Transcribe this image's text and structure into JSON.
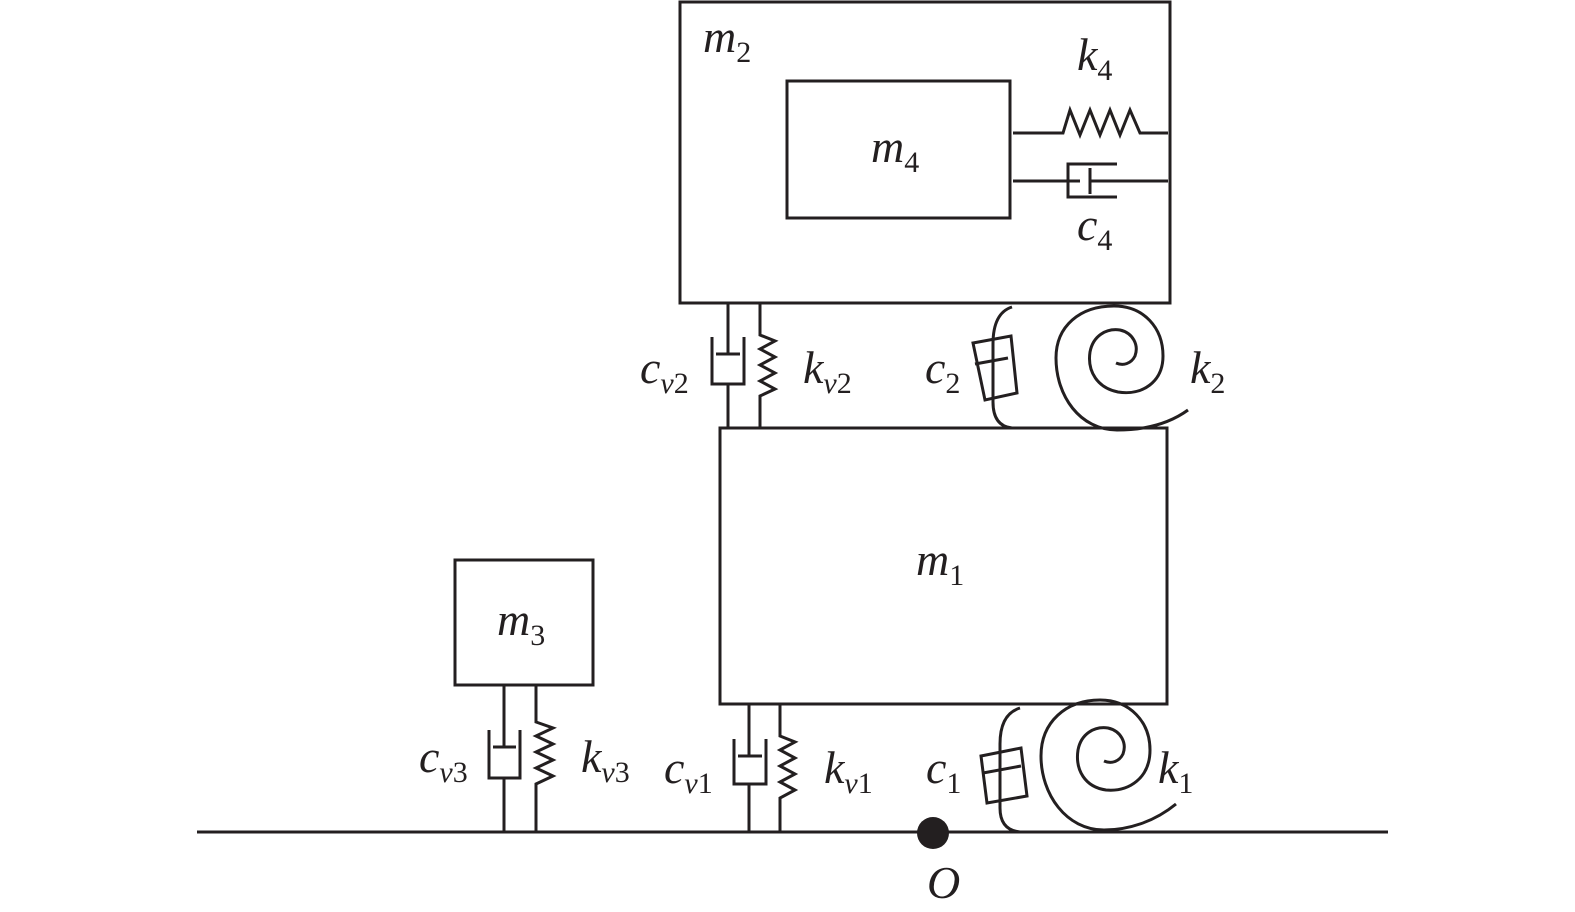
{
  "labels": {
    "m2": {
      "base": "m",
      "sub": "2"
    },
    "m4": {
      "base": "m",
      "sub": "4"
    },
    "k4": {
      "base": "k",
      "sub": "4"
    },
    "c4": {
      "base": "c",
      "sub": "4"
    },
    "m1": {
      "base": "m",
      "sub": "1"
    },
    "m3": {
      "base": "m",
      "sub": "3"
    },
    "cv2": {
      "base": "c",
      "subv": "v",
      "sub": "2"
    },
    "kv2": {
      "base": "k",
      "subv": "v",
      "sub": "2"
    },
    "c2": {
      "base": "c",
      "sub": "2"
    },
    "k2": {
      "base": "k",
      "sub": "2"
    },
    "cv3": {
      "base": "c",
      "subv": "v",
      "sub": "3"
    },
    "kv3": {
      "base": "k",
      "subv": "v",
      "sub": "3"
    },
    "cv1": {
      "base": "c",
      "subv": "v",
      "sub": "1"
    },
    "kv1": {
      "base": "k",
      "subv": "v",
      "sub": "1"
    },
    "c1": {
      "base": "c",
      "sub": "1"
    },
    "k1": {
      "base": "k",
      "sub": "1"
    },
    "origin": "O"
  },
  "colors": {
    "stroke": "#231f20",
    "background": "#ffffff"
  }
}
